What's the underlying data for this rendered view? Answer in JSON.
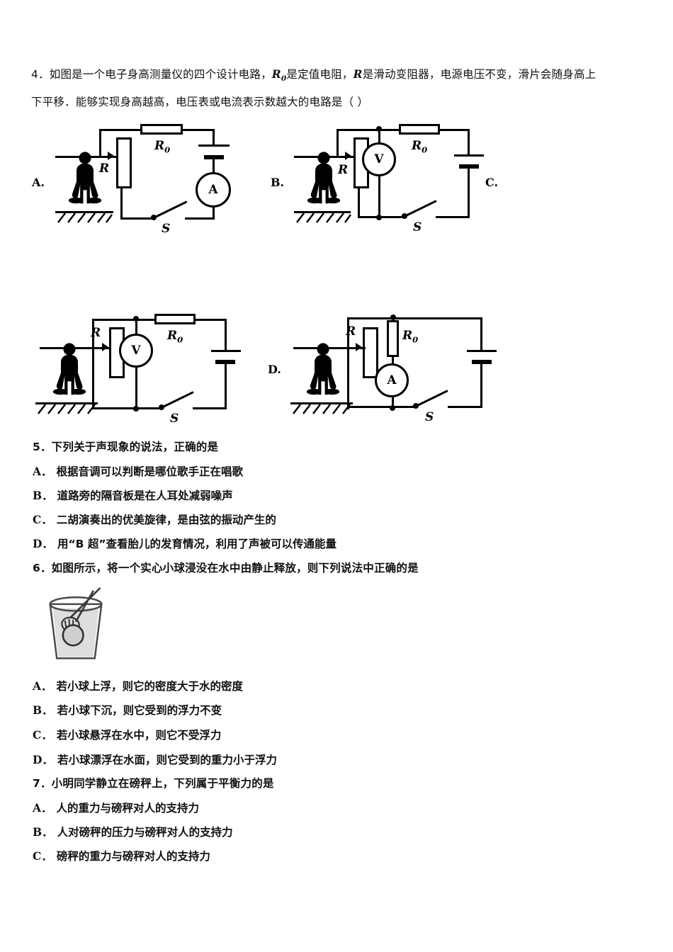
{
  "document": {
    "background_color": "#ffffff",
    "text_color": "#111111"
  },
  "questions": [
    {
      "number": "4",
      "stem_line1_a": "4．如图是一个电子身高测量仪的四个设计电路，",
      "stem_line1_r0": "R",
      "stem_line1_r0_sub": "0",
      "stem_line1_b": "是定值电阻，",
      "stem_line1_r": "R",
      "stem_line1_c": "是滑动变阻器，电源电压不变，滑片会随身高上",
      "stem_line2": "下平移．能够实现身高越高，电压表或电流表示数越大的电路是（ ）",
      "choices": [
        {
          "letter": "A.",
          "meter": "A",
          "meter_type": "ammeter"
        },
        {
          "letter": "B.",
          "meter": "V",
          "meter_type": "voltmeter"
        },
        {
          "letter": "C.",
          "meter": "V",
          "meter_type": "voltmeter"
        },
        {
          "letter": "D.",
          "meter": "A",
          "meter_type": "ammeter"
        }
      ],
      "circuit_labels": {
        "rheostat": "R",
        "fixed_resistor": "R",
        "fixed_resistor_sub": "0",
        "switch": "S",
        "ammeter": "A",
        "voltmeter": "V"
      }
    },
    {
      "number": "5",
      "stem": "5．下列关于声现象的说法，正确的是",
      "options": [
        {
          "label": "A．",
          "text": "根据音调可以判断是哪位歌手正在唱歌"
        },
        {
          "label": "B．",
          "text": "道路旁的隔音板是在人耳处减弱噪声"
        },
        {
          "label": "C．",
          "text": "二胡演奏出的优美旋律，是由弦的振动产生的"
        },
        {
          "label": "D．",
          "text": "用“B 超”查看胎儿的发育情况，利用了声被可以传通能量"
        }
      ]
    },
    {
      "number": "6",
      "stem": "6．如图所示，将一个实心小球浸没在水中由静止释放，则下列说法中正确的是",
      "figure": "beaker-with-ball",
      "options": [
        {
          "label": "A．",
          "text": "若小球上浮，则它的密度大于水的密度"
        },
        {
          "label": "B．",
          "text": "若小球下沉，则它受到的浮力不变"
        },
        {
          "label": "C．",
          "text": "若小球悬浮在水中，则它不受浮力"
        },
        {
          "label": "D．",
          "text": "若小球漂浮在水面，则它受到的重力小于浮力"
        }
      ]
    },
    {
      "number": "7",
      "stem": "7．小明同学静立在磅秤上，下列属于平衡力的是",
      "options": [
        {
          "label": "A．",
          "text": "人的重力与磅秤对人的支持力"
        },
        {
          "label": "B．",
          "text": "人对磅秤的压力与磅秤对人的支持力"
        },
        {
          "label": "C．",
          "text": "磅秤的重力与磅秤对人的支持力"
        }
      ]
    }
  ]
}
